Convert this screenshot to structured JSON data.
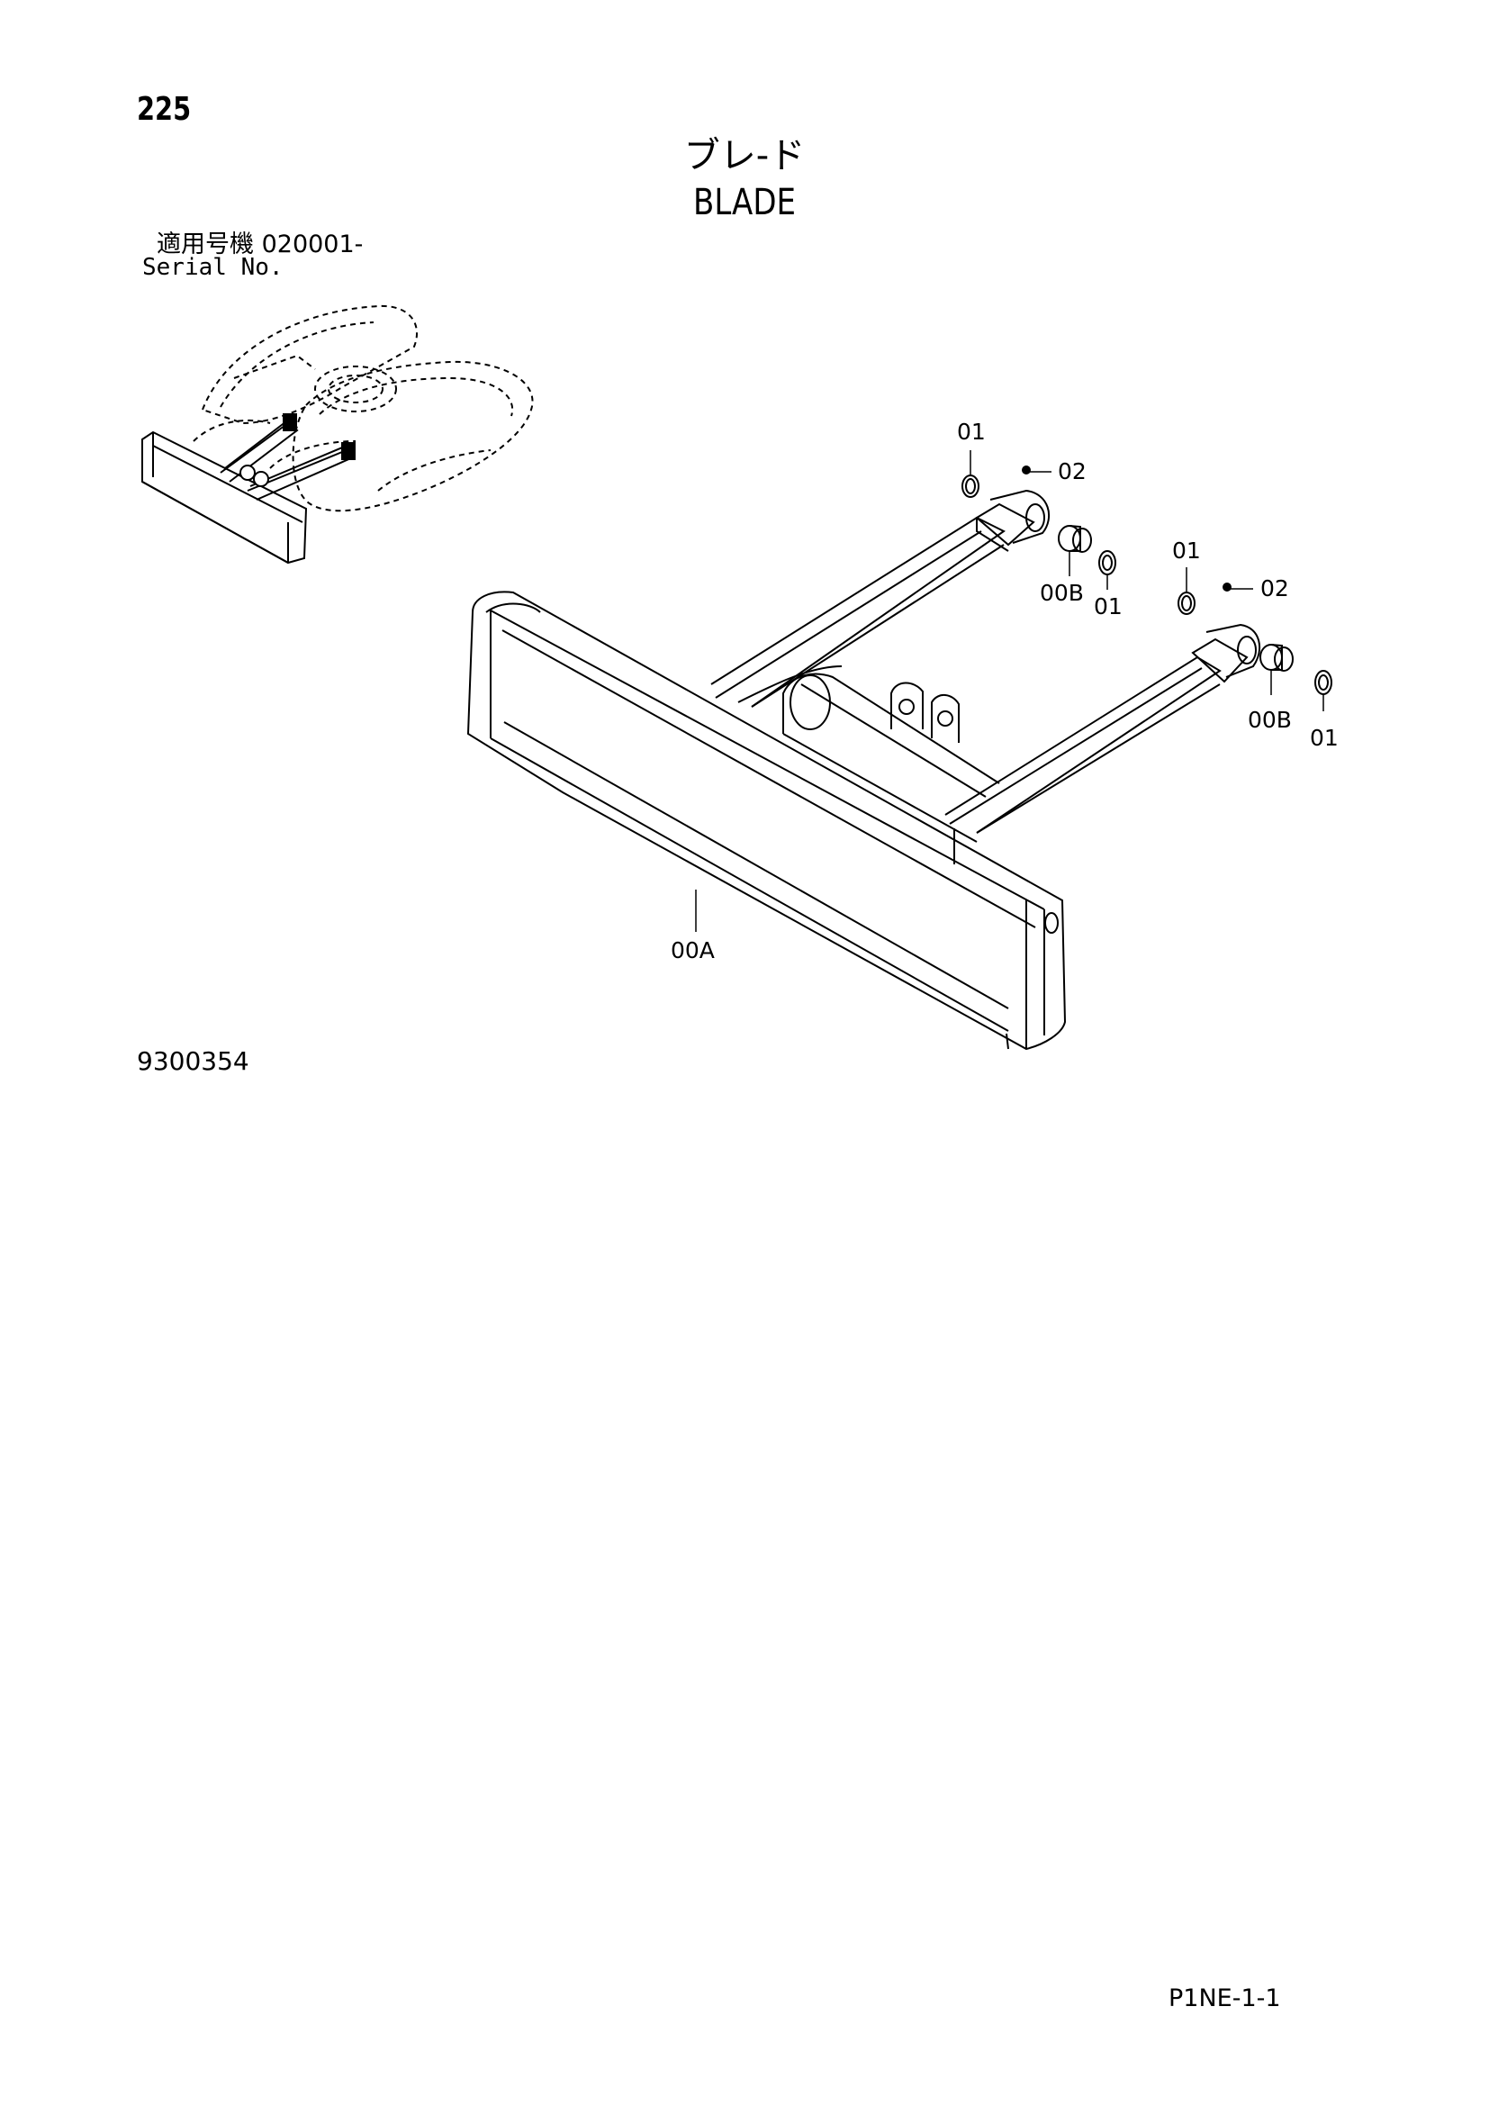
{
  "header": {
    "page_number": "225",
    "title_jp": "ブレ-ド",
    "title_en": "BLADE",
    "serial_jp": "適用号機  020001-",
    "serial_en": "Serial No."
  },
  "diagram": {
    "part_labels": {
      "a": "01",
      "b": "02",
      "c": "00B",
      "d": "01",
      "e": "01",
      "f": "02",
      "g": "00B",
      "h": "01",
      "i": "00A"
    },
    "drawing_id": "9300354"
  },
  "footer": {
    "page_code": "P1NE-1-1"
  }
}
